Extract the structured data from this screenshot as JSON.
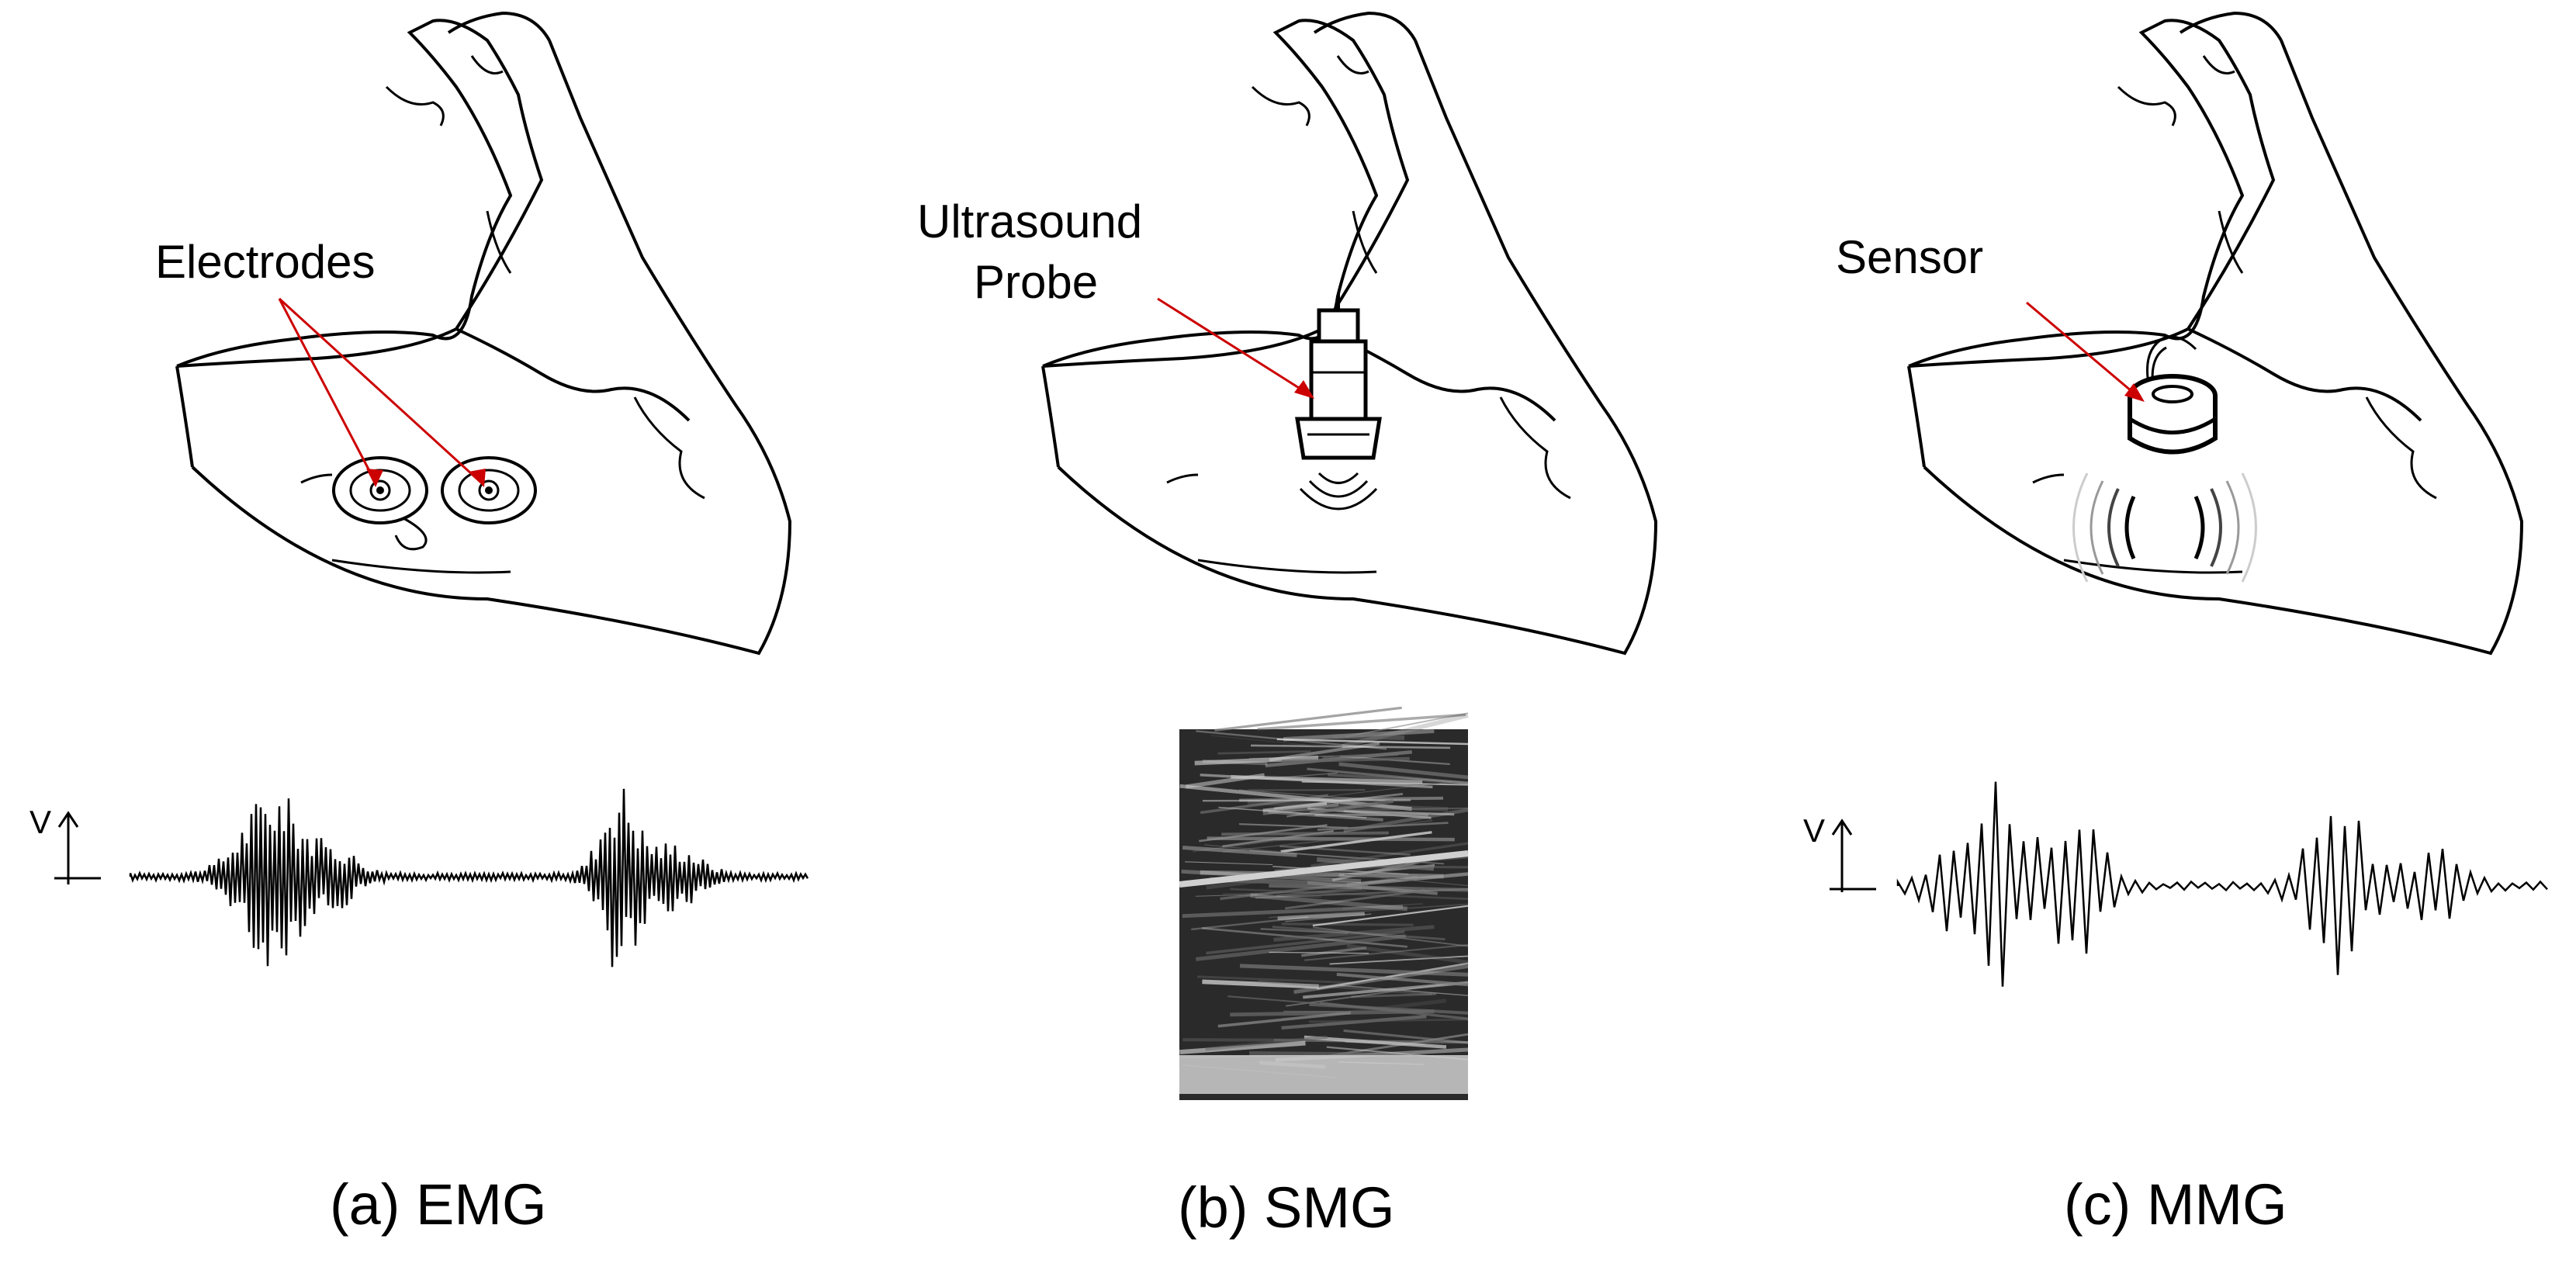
{
  "panels": [
    {
      "id": "emg",
      "caption": "(a) EMG",
      "callout": "Electrodes",
      "axis_label": "V",
      "illustration": "arm-with-electrodes",
      "signal": "emg-signal"
    },
    {
      "id": "smg",
      "caption": "(b) SMG",
      "callout_lines": [
        "Ultrasound",
        "Probe"
      ],
      "illustration": "arm-with-ultrasound-probe",
      "image": "ultrasound-image"
    },
    {
      "id": "mmg",
      "caption": "(c) MMG",
      "callout": "Sensor",
      "axis_label": "V",
      "illustration": "arm-with-sensor",
      "signal": "mmg-signal"
    }
  ],
  "colors": {
    "line": "#000000",
    "pointer": "#cc0000",
    "background": "#ffffff"
  }
}
